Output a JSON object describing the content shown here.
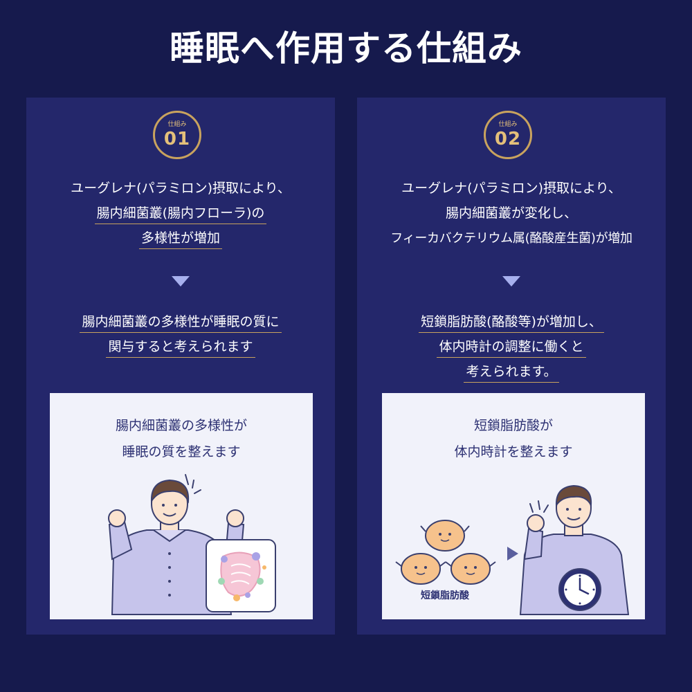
{
  "title": "睡眠へ作用する仕組み",
  "panels": [
    {
      "badge_label": "仕組み",
      "badge_number": "01",
      "intro_lines": [
        "ユーグレナ(パラミロン)摂取により、",
        "腸内細菌叢(腸内フローラ)の",
        "多様性が増加"
      ],
      "result_lines": [
        "腸内細菌叢の多様性が睡眠の質に",
        "関与すると考えられます"
      ],
      "card_lines": [
        "腸内細菌叢の多様性が",
        "睡眠の質を整えます"
      ]
    },
    {
      "badge_label": "仕組み",
      "badge_number": "02",
      "intro_lines": [
        "ユーグレナ(パラミロン)摂取により、",
        "腸内細菌叢が変化し、",
        "フィーカバクテリウム属(酪酸産生菌)が増加"
      ],
      "result_lines": [
        "短鎖脂肪酸(酪酸等)が増加し、",
        "体内時計の調整に働くと",
        "考えられます。"
      ],
      "card_lines": [
        "短鎖脂肪酸が",
        "体内時計を整えます"
      ],
      "illustration_label": "短鎖脂肪酸"
    }
  ],
  "colors": {
    "background": "#161a4d",
    "panel": "#24276b",
    "gold": "#c9a35e",
    "card": "#f1f2fa",
    "card_text": "#2d3173",
    "arrow": "#a7b0ee"
  }
}
